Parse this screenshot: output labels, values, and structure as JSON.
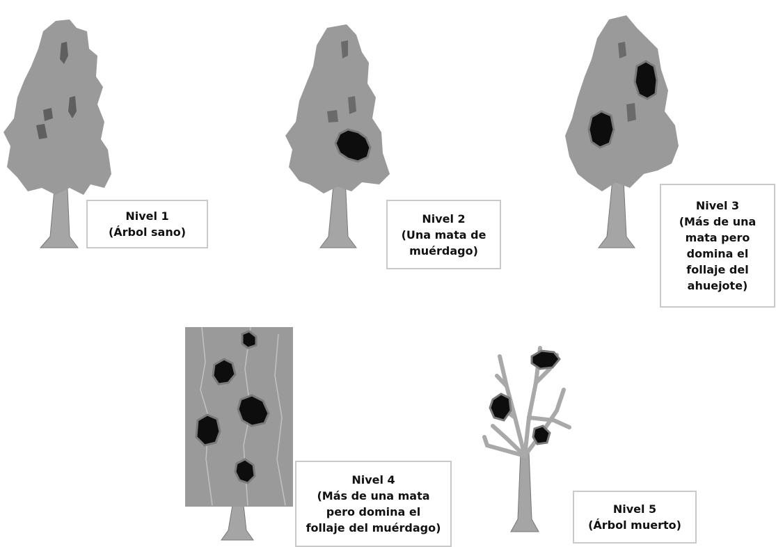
{
  "levels": [
    {
      "id": "1",
      "title": "Nivel 1",
      "lines": [
        "(Árbol sano)"
      ]
    },
    {
      "id": "2",
      "title": "Nivel 2",
      "lines": [
        "(Una mata de",
        "muérdago)"
      ]
    },
    {
      "id": "3",
      "title": "Nivel 3",
      "lines": [
        "(Más de una",
        "mata pero",
        "domina el",
        "follaje del",
        "ahuejote)"
      ]
    },
    {
      "id": "4",
      "title": "Nivel 4",
      "lines": [
        "(Más de una mata",
        "pero domina el",
        "follaje del muérdago)"
      ]
    },
    {
      "id": "5",
      "title": "Nivel 5",
      "lines": [
        "(Árbol muerto)"
      ]
    }
  ],
  "colors": {
    "foliage": "#9a9a9a",
    "foliage_dark": "#6a6a6a",
    "trunk": "#9c9c9c",
    "mistletoe": "#0d0d0d",
    "box_border": "#c9c9c9"
  }
}
